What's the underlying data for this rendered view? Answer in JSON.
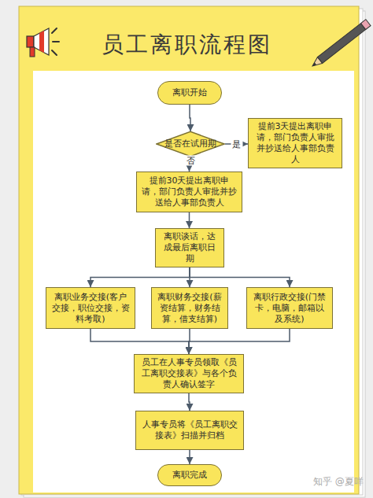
{
  "diagram": {
    "title": "员工离职流程图",
    "nodes": [
      {
        "text": [
          "离职开始"
        ]
      },
      {
        "text": [
          "是否在试用期"
        ]
      },
      {
        "text": [
          "提前3天提出离职申请，部门负责人审批并抄送给人事部负责人"
        ]
      },
      {
        "text": [
          "提前30天提出离职申请，部门负责人审批并抄送给人事部负责人"
        ]
      },
      {
        "text": [
          "离职谈话，达成最后离职日期"
        ]
      },
      {
        "text": [
          "离职业务交接(客户交接，职位交接，资料考取)"
        ]
      },
      {
        "text": [
          "离职财务交接(薪资结算，财务结算，借支结算)"
        ]
      },
      {
        "text": [
          "离职行政交接(门禁卡，电脑，邮箱以及系统)"
        ]
      },
      {
        "text": [
          "员工在人事专员领取《员工离职交接表》与各个负责人确认签字"
        ]
      },
      {
        "text": [
          "人事专员将《员工离职交接表》扫描并归档"
        ]
      },
      {
        "text": [
          "离职完成"
        ]
      }
    ],
    "edges": [
      {
        "from": 0,
        "to": 1,
        "arrow": "to"
      },
      {
        "from": 1,
        "to": 2,
        "label": "是",
        "arrow": "to"
      },
      {
        "from": 1,
        "to": 3,
        "label": "否",
        "arrow": "to"
      },
      {
        "from": 3,
        "to": 4,
        "arrow": "to"
      },
      {
        "from": 4,
        "to": 5,
        "arrow": "to"
      },
      {
        "from": 4,
        "to": 6,
        "arrow": "to"
      },
      {
        "from": 4,
        "to": 7,
        "arrow": "to"
      },
      {
        "from": 5,
        "to": 8,
        "arrow": "to"
      },
      {
        "from": 6,
        "to": 8,
        "arrow": "to"
      },
      {
        "from": 7,
        "to": 8,
        "arrow": "to"
      },
      {
        "from": 8,
        "to": 9,
        "arrow": "to"
      },
      {
        "from": 9,
        "to": 10,
        "arrow": "to"
      }
    ],
    "labels": [
      "知乎 @夏咩"
    ]
  }
}
